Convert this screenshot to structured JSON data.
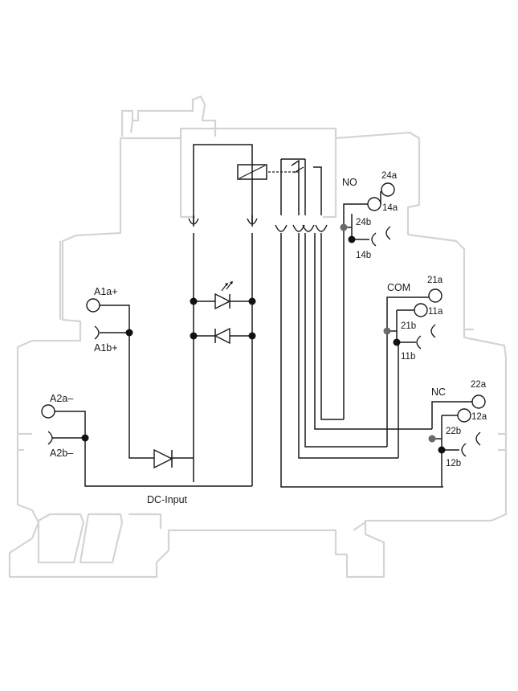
{
  "labels": {
    "a1a": "A1a+",
    "a1b": "A1b+",
    "a2a": "A2a–",
    "a2b": "A2b–",
    "dc_input": "DC-Input",
    "no": "NO",
    "t24a": "24a",
    "t14a": "14a",
    "t24b": "24b",
    "t14b": "14b",
    "com": "COM",
    "t21a": "21a",
    "t11a": "11a",
    "t21b": "21b",
    "t11b": "11b",
    "nc": "NC",
    "t22a": "22a",
    "t12a": "12a",
    "t22b": "22b",
    "t12b": "12b"
  },
  "colors": {
    "outline": "#d4d4d4",
    "wire": "#1a1a1a",
    "junction_gray": "#6a6a6a"
  }
}
